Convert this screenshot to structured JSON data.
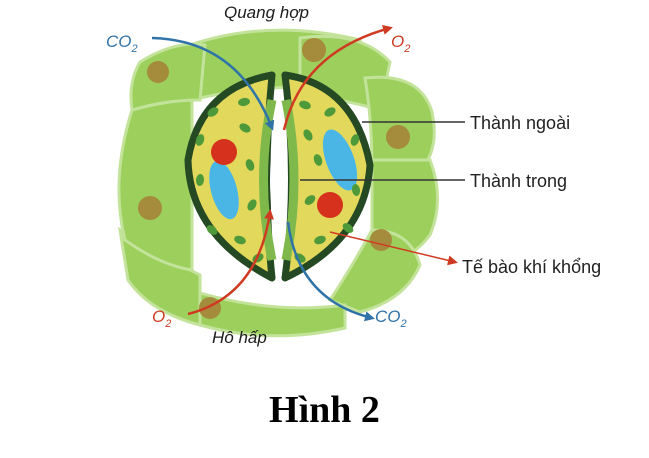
{
  "labels": {
    "top": "Quang hợp",
    "bottom": "Hô hấp",
    "co2_in": "CO",
    "co2_out": "CO",
    "o2_out": "O",
    "o2_in": "O",
    "sub2": "2",
    "outer_wall": "Thành ngoài",
    "inner_wall": "Thành trong",
    "guard_cell": "Tế bào khí khổng"
  },
  "caption": "Hình 2",
  "colors": {
    "epidermis": "#9ccf5c",
    "epidermis_outline": "#c3e39a",
    "nucleus_brown": "#a58c3d",
    "guard_fill": "#e2d85c",
    "guard_wall": "#254a23",
    "inner_wall_green": "#7fb84b",
    "chloroplast": "#4e9a3a",
    "vacuole": "#4ab6e6",
    "nucleus_red": "#d6311c",
    "arrow_blue": "#2f73a8",
    "arrow_red": "#cf3b22"
  }
}
